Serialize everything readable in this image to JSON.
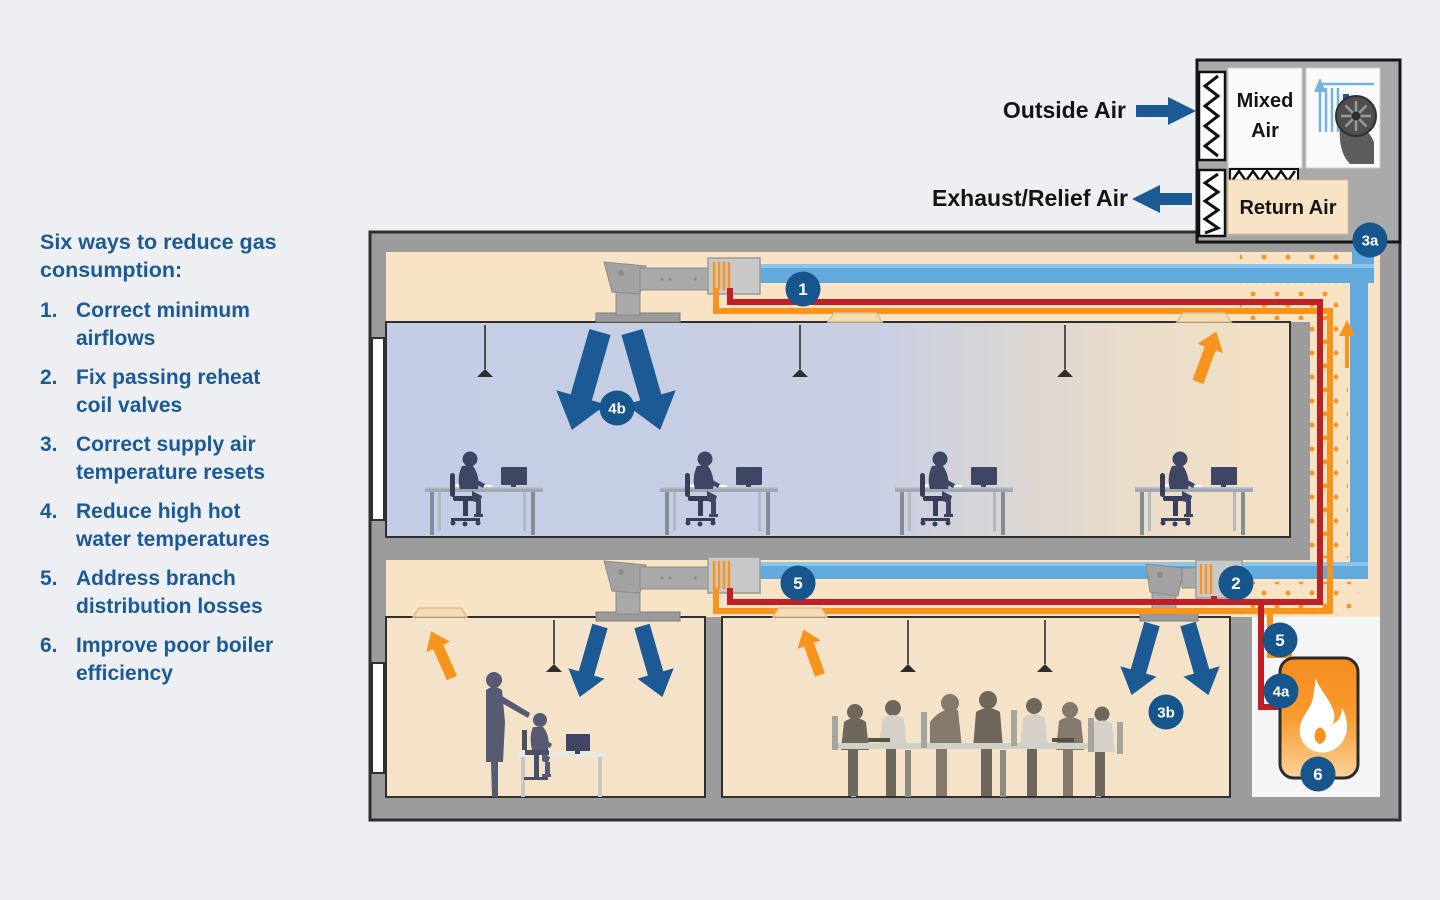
{
  "list": {
    "heading": "Six ways to reduce gas\nconsumption:",
    "items": [
      {
        "num": "1.",
        "text": "Correct minimum\nairflows"
      },
      {
        "num": "2.",
        "text": "Fix passing reheat\ncoil valves"
      },
      {
        "num": "3.",
        "text": "Correct supply air\ntemperature resets"
      },
      {
        "num": "4.",
        "text": "Reduce high hot\nwater temperatures"
      },
      {
        "num": "5.",
        "text": "Address branch\ndistribution losses"
      },
      {
        "num": "6.",
        "text": "Improve poor boiler\nefficiency"
      }
    ]
  },
  "ahu": {
    "outside_air_label": "Outside Air",
    "exhaust_relief_label": "Exhaust/Relief Air",
    "mixed_air_line1": "Mixed",
    "mixed_air_line2": "Air",
    "return_air_label": "Return Air"
  },
  "badges": {
    "n1": "1",
    "n2": "2",
    "n3a": "3a",
    "n3b": "3b",
    "n4a": "4a",
    "n4b": "4b",
    "n5_supply": "5",
    "n5_boiler": "5",
    "n6": "6"
  },
  "colors": {
    "accent_blue": "#1b5a94",
    "badge_blue": "#17568d",
    "duct_blue": "#62aadd",
    "duct_blue_light": "#8ec4e8",
    "pipe_red": "#bf2026",
    "pipe_orange": "#f7941e",
    "plenum_peach": "#f8e4c4",
    "room_warm": "#f5e3c9",
    "room_cool": "#c4cde5",
    "wall_gray": "#9c9c9c",
    "outline_dark": "#2f2f2f",
    "bg": "#edeff2",
    "silhouette_navy": "#3f4565",
    "silhouette_warm": "#6f675b",
    "mech_white": "#f5f5f5",
    "boiler_orange": "#f7941e"
  }
}
